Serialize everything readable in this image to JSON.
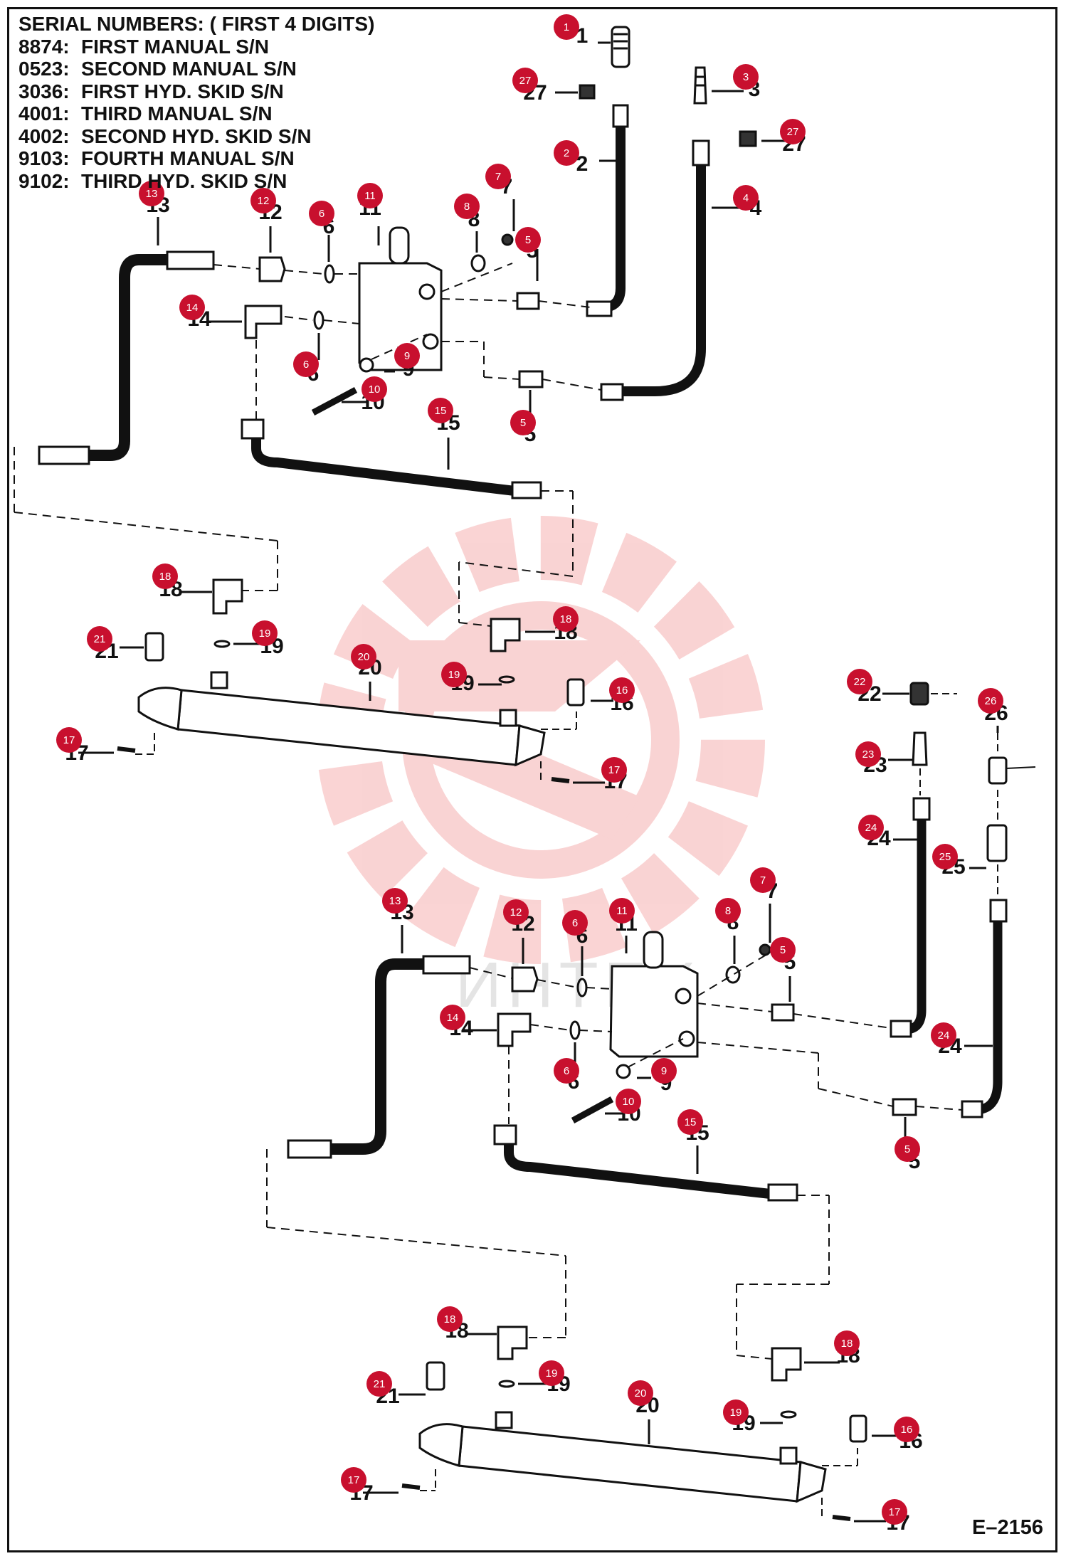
{
  "serial_numbers": {
    "title": "SERIAL NUMBERS: ( FIRST 4 DIGITS)",
    "rows": [
      {
        "code": "8874:",
        "desc": "FIRST MANUAL S/N"
      },
      {
        "code": "0523:",
        "desc": "SECOND MANUAL S/N"
      },
      {
        "code": "3036:",
        "desc": "FIRST HYD. SKID S/N"
      },
      {
        "code": "4001:",
        "desc": "THIRD MANUAL S/N"
      },
      {
        "code": "4002:",
        "desc": "SECOND HYD. SKID S/N"
      },
      {
        "code": "9103:",
        "desc": "FOURTH MANUAL S/N"
      },
      {
        "code": "9102:",
        "desc": "THIRD HYD. SKID S/N"
      }
    ]
  },
  "figure_id": "E–2156",
  "watermark_text": "ИНТЕХ",
  "colors": {
    "callout": "#c8102e",
    "line": "#111111",
    "watermark": "#e83a3a"
  },
  "callouts": {
    "upper": {
      "c1": "1",
      "c2": "2",
      "c3": "3",
      "c4": "4",
      "c5a": "5",
      "c5b": "5",
      "c6a": "6",
      "c6b": "6",
      "c7": "7",
      "c8": "8",
      "c9": "9",
      "c10": "10",
      "c11": "11",
      "c12": "12",
      "c13": "13",
      "c14": "14",
      "c15": "15",
      "c16": "16",
      "c17a": "17",
      "c17b": "17",
      "c18a": "18",
      "c18b": "18",
      "c19a": "19",
      "c19b": "19",
      "c20": "20",
      "c21": "21",
      "c22": "22",
      "c23": "23",
      "c24": "24",
      "c25": "25",
      "c26": "26",
      "c27a": "27",
      "c27b": "27"
    },
    "lower": {
      "c5a": "5",
      "c5b": "5",
      "c6a": "6",
      "c6b": "6",
      "c7": "7",
      "c8": "8",
      "c9": "9",
      "c10": "10",
      "c11": "11",
      "c12": "12",
      "c13": "13",
      "c14": "14",
      "c15": "15",
      "c16": "16",
      "c17a": "17",
      "c17b": "17",
      "c18a": "18",
      "c18b": "18",
      "c19a": "19",
      "c19b": "19",
      "c20": "20",
      "c21": "21",
      "c24": "24"
    }
  }
}
